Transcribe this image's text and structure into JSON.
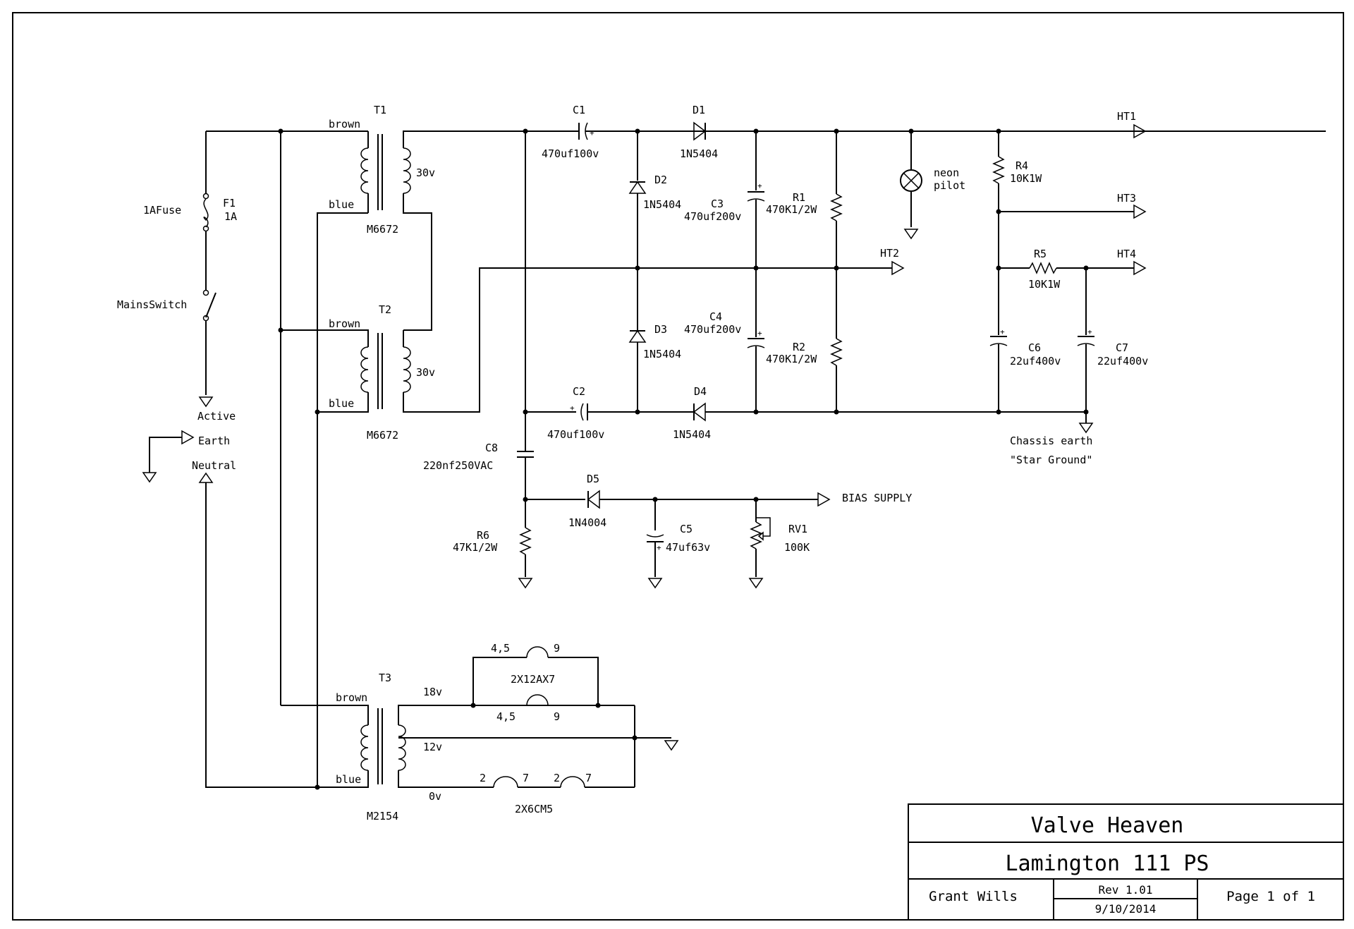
{
  "labels": {
    "t1": "T1",
    "t1_brown": "brown",
    "t1_blue": "blue",
    "t1_sec": "30v",
    "t1_model": "M6672",
    "t2": "T2",
    "t2_brown": "brown",
    "t2_blue": "blue",
    "t2_sec": "30v",
    "t2_model": "M6672",
    "t3": "T3",
    "t3_brown": "brown",
    "t3_blue": "blue",
    "t3_18v": "18v",
    "t3_12v": "12v",
    "t3_0v": "0v",
    "t3_model": "M2154",
    "f1": "F1",
    "f1_val": "1A",
    "fuse": "1AFuse",
    "switch": "MainsSwitch",
    "active": "Active",
    "earth": "Earth",
    "neutral": "Neutral",
    "c1": "C1",
    "c1_val": "470uf100v",
    "c2": "C2",
    "c2_val": "470uf100v",
    "c3": "C3",
    "c3_val": "470uf200v",
    "c4": "C4",
    "c4_val": "470uf200v",
    "c5": "C5",
    "c5_val": "47uf63v",
    "c6": "C6",
    "c6_val": "22uf400v",
    "c7": "C7",
    "c7_val": "22uf400v",
    "c8": "C8",
    "c8_val": "220nf250VAC",
    "d1": "D1",
    "d1_val": "1N5404",
    "d2": "D2",
    "d2_val": "1N5404",
    "d3": "D3",
    "d3_val": "1N5404",
    "d4": "D4",
    "d4_val": "1N5404",
    "d5": "D5",
    "d5_val": "1N4004",
    "r1": "R1",
    "r1_val": "470K1/2W",
    "r2": "R2",
    "r2_val": "470K1/2W",
    "r4": "R4",
    "r4_val": "10K1W",
    "r5": "R5",
    "r5_val": "10K1W",
    "r6": "R6",
    "r6_val": "47K1/2W",
    "rv1": "RV1",
    "rv1_val": "100K",
    "neon1": "neon",
    "neon2": "pilot",
    "ht1": "HT1",
    "ht2": "HT2",
    "ht3": "HT3",
    "ht4": "HT4",
    "bias": "BIAS SUPPLY",
    "chassis1": "Chassis earth",
    "chassis2": "\"Star Ground\"",
    "v12_top_pins": "4,5",
    "v12_top_pin9": "9",
    "v12_name": "2X12AX7",
    "v12_bot_pins": "4,5",
    "v12_bot_pin9": "9",
    "v6_pin2a": "2",
    "v6_pin7a": "7",
    "v6_pin2b": "2",
    "v6_pin7b": "7",
    "v6_name": "2X6CM5"
  },
  "title_block": {
    "company": "Valve Heaven",
    "title": "Lamington 111 PS",
    "author": "Grant Wills",
    "rev": "Rev 1.01",
    "date": "9/10/2014",
    "page": "Page 1 of 1"
  }
}
